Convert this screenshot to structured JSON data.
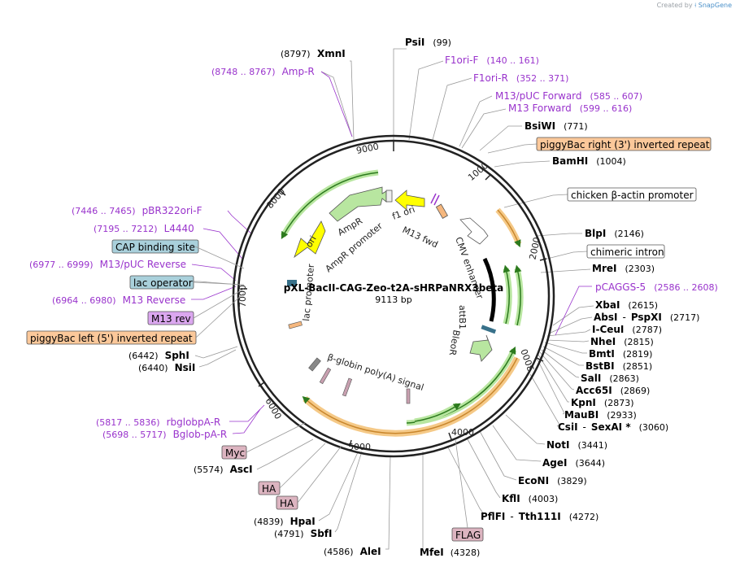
{
  "branding": {
    "created_by": "Created by",
    "product": "SnapGene"
  },
  "plasmid": {
    "name": "pXL-BacII-CAG-Zeo-t2A-sHRPaNRX3beta",
    "length_label": "9113 bp",
    "length": 9113
  },
  "ticks": [
    "1000",
    "2000",
    "3000",
    "4000",
    "5000",
    "6000",
    "7000",
    "8000",
    "9000"
  ],
  "enzymes": [
    {
      "name": "PsiI",
      "pos": "(99)"
    },
    {
      "name": "XmnI",
      "pos": "(8797)"
    },
    {
      "name": "BsiWI",
      "pos": "(771)"
    },
    {
      "name": "BamHI",
      "pos": "(1004)"
    },
    {
      "name": "BlpI",
      "pos": "(2146)"
    },
    {
      "name": "MreI",
      "pos": "(2303)"
    },
    {
      "name": "XbaI",
      "pos": "(2615)"
    },
    {
      "name": "AbsI",
      "name2": "PspXI",
      "pos": "(2717)"
    },
    {
      "name": "I-CeuI",
      "pos": "(2787)"
    },
    {
      "name": "NheI",
      "pos": "(2815)"
    },
    {
      "name": "BmtI",
      "pos": "(2819)"
    },
    {
      "name": "BstBI",
      "pos": "(2851)"
    },
    {
      "name": "SalI",
      "pos": "(2863)"
    },
    {
      "name": "Acc65I",
      "pos": "(2869)"
    },
    {
      "name": "KpnI",
      "pos": "(2873)"
    },
    {
      "name": "MauBI",
      "pos": "(2933)"
    },
    {
      "name": "CsiI",
      "name2": "SexAI *",
      "pos": "(3060)"
    },
    {
      "name": "NotI",
      "pos": "(3441)"
    },
    {
      "name": "AgeI",
      "pos": "(3644)"
    },
    {
      "name": "EcoNI",
      "pos": "(3829)"
    },
    {
      "name": "KflI",
      "pos": "(4003)"
    },
    {
      "name": "PflFI",
      "name2": "Tth111I",
      "pos": "(4272)"
    },
    {
      "name": "MfeI",
      "pos": "(4328)"
    },
    {
      "name": "AleI",
      "pos": "(4586)"
    },
    {
      "name": "SbfI",
      "pos": "(4791)"
    },
    {
      "name": "HpaI",
      "pos": "(4839)"
    },
    {
      "name": "AscI",
      "pos": "(5574)"
    },
    {
      "name": "NsiI",
      "pos": "(6440)"
    },
    {
      "name": "SphI",
      "pos": "(6442)"
    }
  ],
  "primers": [
    {
      "name": "Amp-R",
      "range": "(8748 .. 8767)"
    },
    {
      "name": "F1ori-F",
      "range": "(140 .. 161)"
    },
    {
      "name": "F1ori-R",
      "range": "(352 .. 371)"
    },
    {
      "name": "M13/pUC Forward",
      "range": "(585 .. 607)"
    },
    {
      "name": "M13 Forward",
      "range": "(599 .. 616)"
    },
    {
      "name": "pCAGGS-5",
      "range": "(2586 .. 2608)"
    },
    {
      "name": "pBR322ori-F",
      "range": "(7446 .. 7465)"
    },
    {
      "name": "L4440",
      "range": "(7195 .. 7212)"
    },
    {
      "name": "M13/pUC Reverse",
      "range": "(6977 .. 6999)"
    },
    {
      "name": "M13 Reverse",
      "range": "(6964 .. 6980)"
    },
    {
      "name": "rbglobpA-R",
      "range": "(5817 .. 5836)"
    },
    {
      "name": "Bglob-pA-R",
      "range": "(5698 .. 5717)"
    }
  ],
  "boxed_features": {
    "piggybac_right": "piggyBac right (3') inverted repeat",
    "chicken_actin": "chicken β-actin promoter",
    "chimeric_intron": "chimeric intron",
    "cap_binding": "CAP binding site",
    "lac_operator": "lac operator",
    "m13_rev": "M13 rev",
    "piggybac_left": "piggyBac left (5') inverted repeat",
    "myc": "Myc",
    "ha1": "HA",
    "ha2": "HA",
    "flag": "FLAG"
  },
  "inner_labels": {
    "f1_ori": "f1 ori",
    "m13_fwd": "M13 fwd",
    "ampr": "AmpR",
    "ampr_promoter": "AmpR promoter",
    "ori": "ori",
    "lac_promoter": "lac promoter",
    "cmv_enhancer": "CMV enhancer",
    "attb1": "attB1",
    "bleor": "BleoR",
    "beta_globin": "β-globin poly(A) signal"
  },
  "colors": {
    "enzyme": "#000000",
    "primer": "#9933cc",
    "orange_box": "#fbc89a",
    "blue_box": "#a9d0db",
    "pink_box": "#dcb4c0",
    "purple_box": "#dba7ef",
    "yellow_feature": "#ffff00",
    "green_feature": "#b8e6a0",
    "orange_feature": "#f5c987"
  }
}
